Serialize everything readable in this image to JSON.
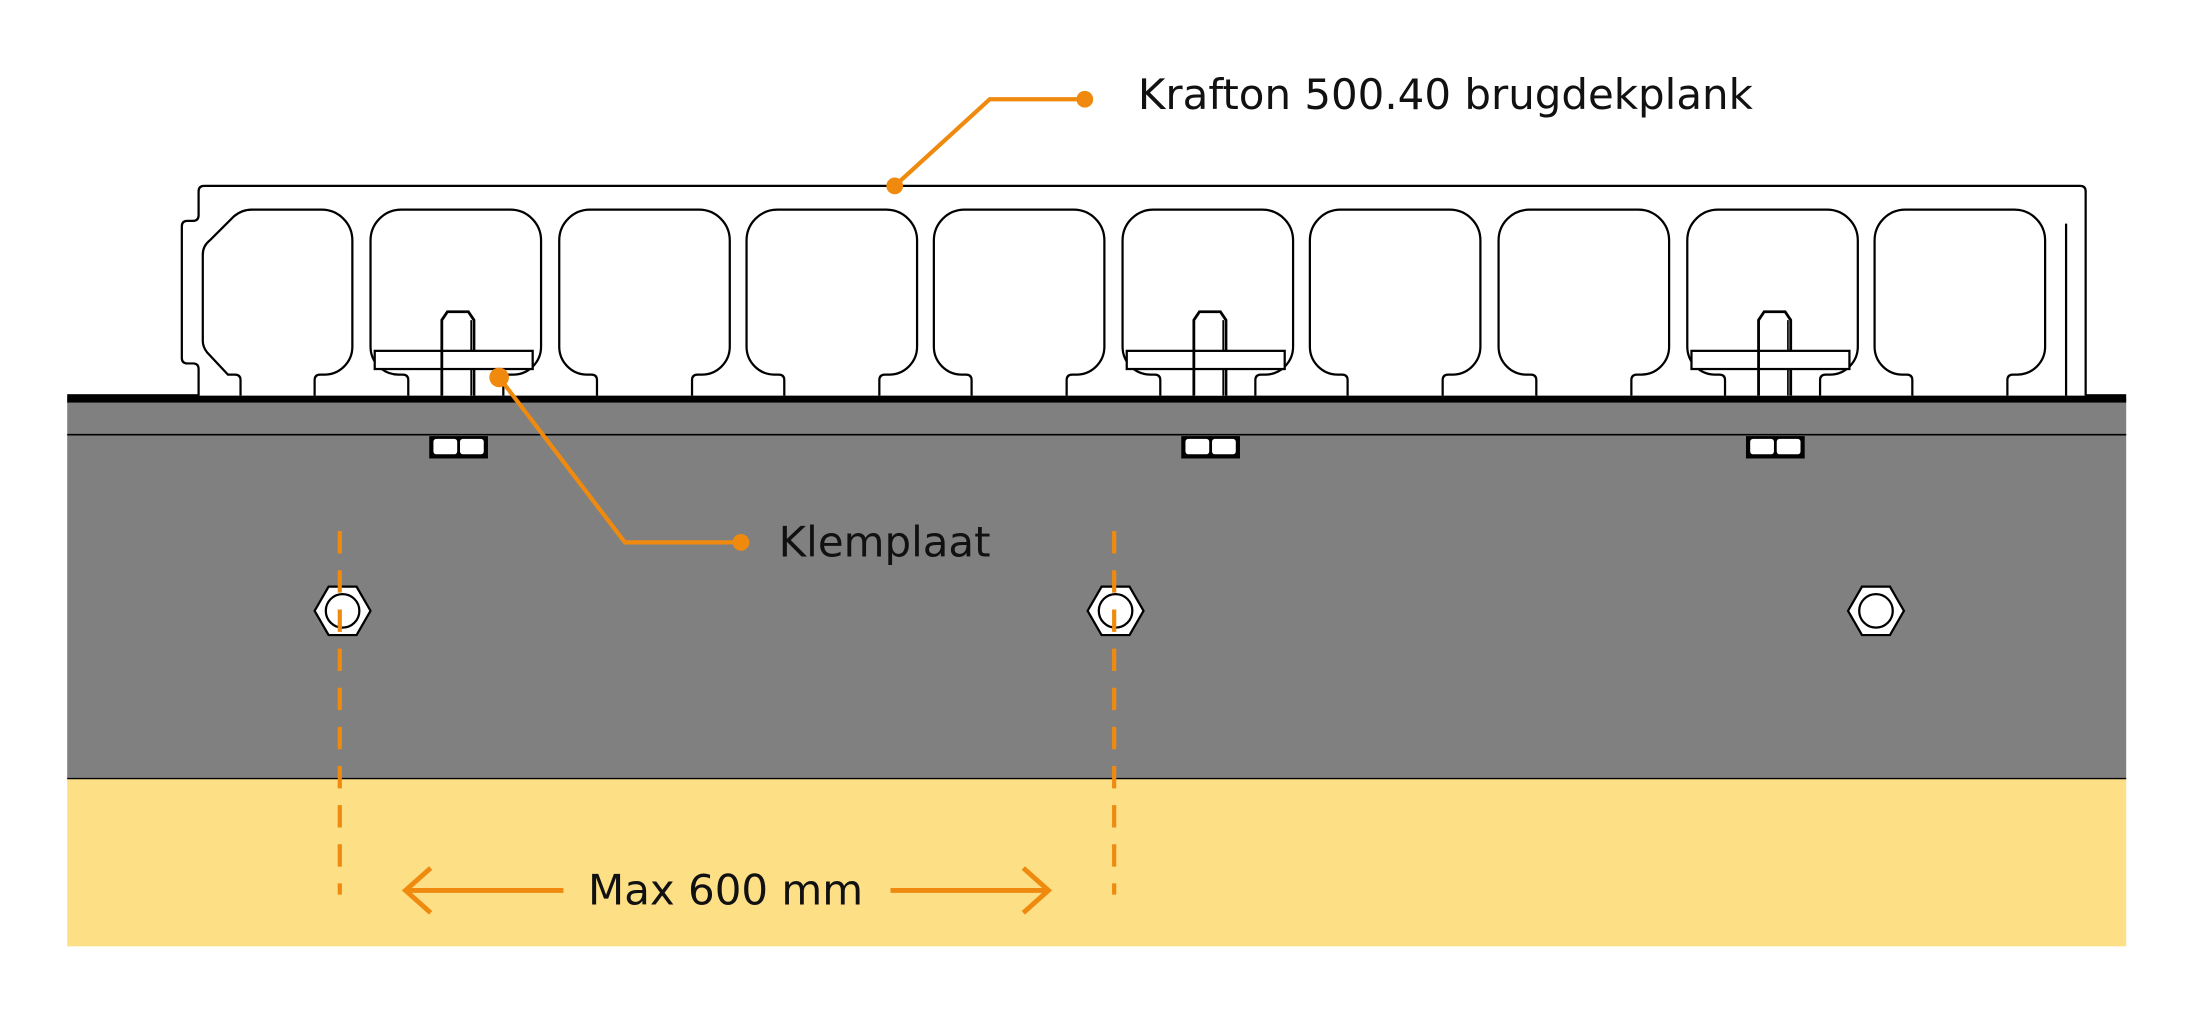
{
  "labels": {
    "plank": "Krafton 500.40 brugdekplank",
    "clamp": "Klemplaat",
    "spacing": "Max 600 mm"
  },
  "colors": {
    "accent": "#ef8a0e",
    "beam": "#808080",
    "ground": "#fddf86",
    "line": "#000000"
  }
}
